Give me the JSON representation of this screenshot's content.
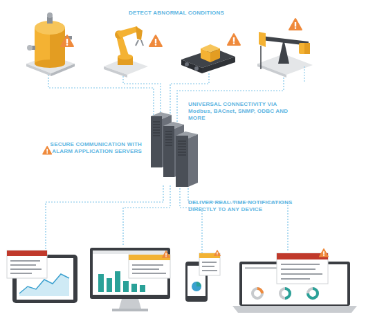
{
  "diagram": {
    "labels": [
      "DETECT ABNORMAL CONDITIONS",
      "UNIVERSAL CONNECTIVITY VIA Modbus, BACnet, SNMP, ODBC AND MORE",
      "SECURE COMMUNICATION WITH ALARM APPLICATION SERVERS",
      "DELIVER REAL-TIME NOTIFICATIONS DIRECTLY TO ANY DEVICE"
    ]
  }
}
